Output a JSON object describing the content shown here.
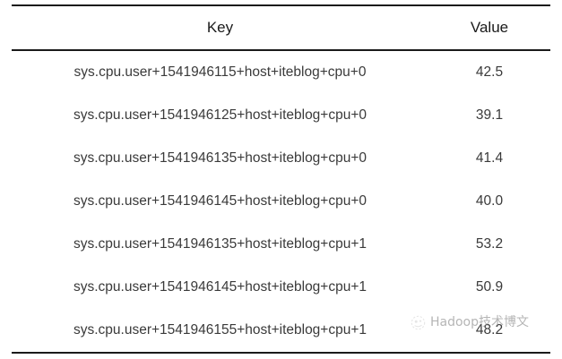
{
  "table": {
    "columns": [
      {
        "id": "key",
        "label": "Key",
        "align": "center"
      },
      {
        "id": "value",
        "label": "Value",
        "align": "center"
      }
    ],
    "rows": [
      {
        "key": "sys.cpu.user+1541946115+host+iteblog+cpu+0",
        "value": "42.5"
      },
      {
        "key": "sys.cpu.user+1541946125+host+iteblog+cpu+0",
        "value": "39.1"
      },
      {
        "key": "sys.cpu.user+1541946135+host+iteblog+cpu+0",
        "value": "41.4"
      },
      {
        "key": "sys.cpu.user+1541946145+host+iteblog+cpu+0",
        "value": "40.0"
      },
      {
        "key": "sys.cpu.user+1541946135+host+iteblog+cpu+1",
        "value": "53.2"
      },
      {
        "key": "sys.cpu.user+1541946145+host+iteblog+cpu+1",
        "value": "50.9"
      },
      {
        "key": "sys.cpu.user+1541946155+host+iteblog+cpu+1",
        "value": "48.2"
      }
    ]
  },
  "watermark": {
    "icon": "iteblog-logo-icon",
    "text": "Hadoop技术博文"
  },
  "colors": {
    "rule": "#1a1a1a",
    "header_text": "#1a1a1a",
    "body_text": "#3a3a3a",
    "background": "#ffffff",
    "watermark_text": "#7a7a7a"
  }
}
